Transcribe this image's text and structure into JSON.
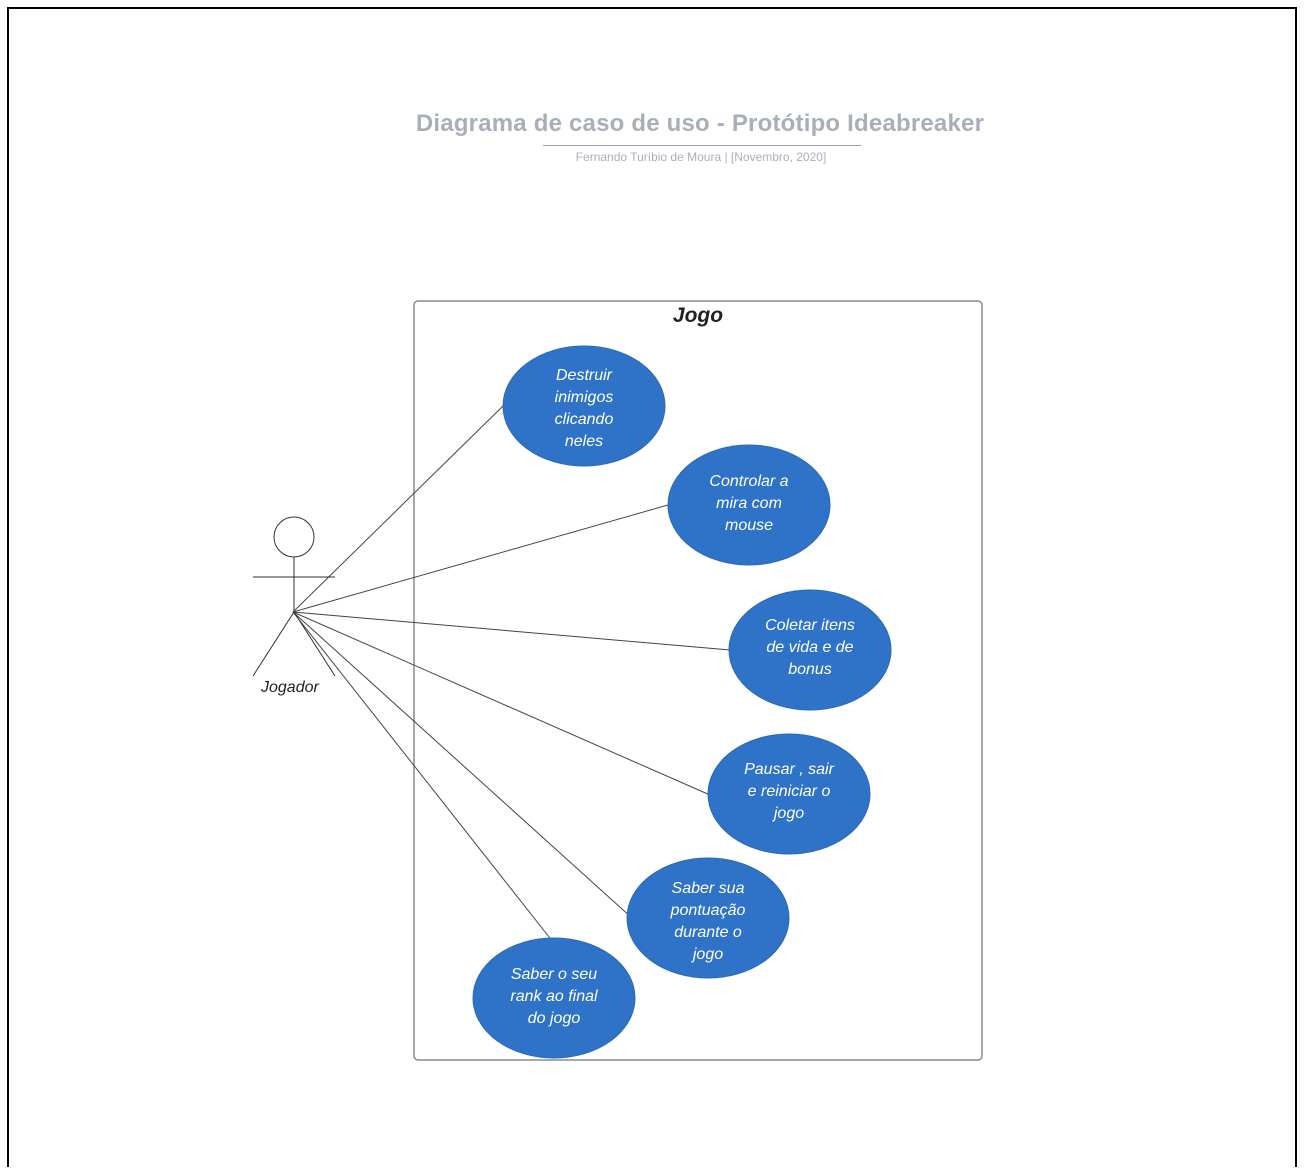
{
  "diagram": {
    "title": "Diagrama de caso de uso - Protótipo Ideabreaker",
    "subtitle": "Fernando Turíbio de Moura  |  [Novembro, 2020]",
    "system_boundary": {
      "name": "Jogo"
    },
    "actor": {
      "name": "Jogador"
    },
    "use_cases": [
      {
        "id": "uc1",
        "label": "Destruir\ninimigos\nclicando\nneles"
      },
      {
        "id": "uc2",
        "label": "Controlar a\nmira com\nmouse"
      },
      {
        "id": "uc3",
        "label": "Coletar itens\nde vida e de\nbonus"
      },
      {
        "id": "uc4",
        "label": "Pausar , sair\ne reiniciar o\njogo"
      },
      {
        "id": "uc5",
        "label": "Saber sua\npontuação\ndurante o\njogo"
      },
      {
        "id": "uc6",
        "label": "Saber o seu\nrank ao final\ndo jogo"
      }
    ],
    "colors": {
      "use_case_fill": "#2f73c9",
      "line": "#444444",
      "title": "#a9afb9"
    }
  }
}
